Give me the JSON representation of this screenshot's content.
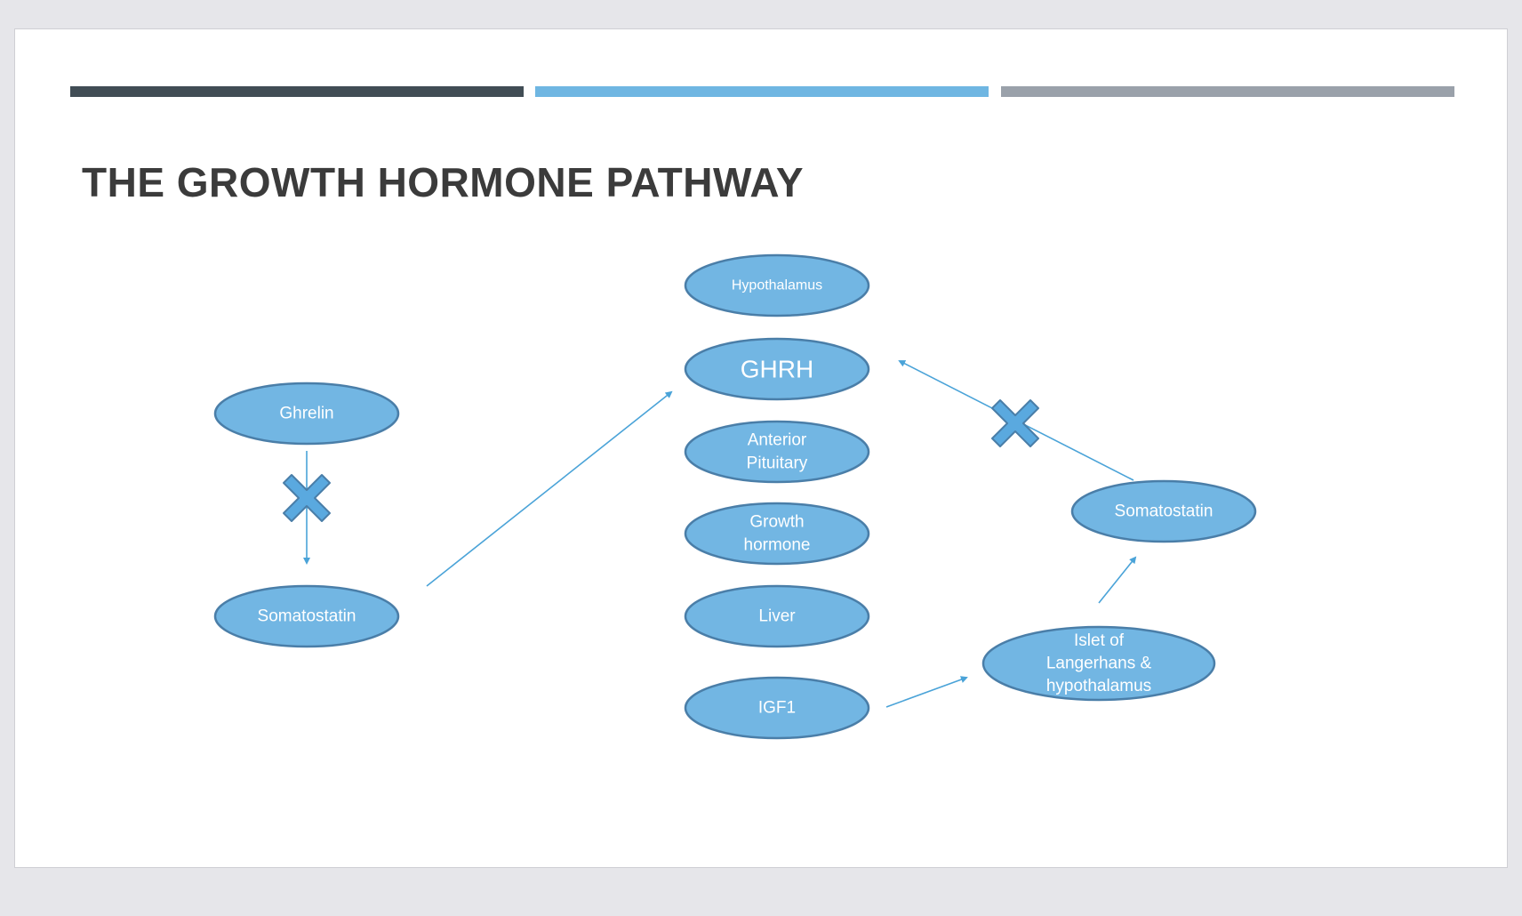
{
  "slide": {
    "title": "THE GROWTH HORMONE PATHWAY",
    "band_colors": [
      "#414d55",
      "#6fb6e2",
      "#9aa1aa"
    ]
  },
  "diagram": {
    "colors": {
      "node_fill": "#72b6e3",
      "node_stroke": "#4a7ea8",
      "node_text": "#ffffff",
      "arrow": "#4aa3d8",
      "block_mark": "#5aa9df"
    },
    "nodes": {
      "ghrelin": {
        "lines": [
          "Ghrelin"
        ]
      },
      "somatostatin_left": {
        "lines": [
          "Somatostatin"
        ]
      },
      "hypothalamus": {
        "lines": [
          "Hypothalamus"
        ]
      },
      "ghrh": {
        "lines": [
          "GHRH"
        ]
      },
      "anterior_pituitary": {
        "lines": [
          "Anterior",
          "Pituitary"
        ]
      },
      "growth_hormone": {
        "lines": [
          "Growth",
          "hormone"
        ]
      },
      "liver": {
        "lines": [
          "Liver"
        ]
      },
      "igf1": {
        "lines": [
          "IGF1"
        ]
      },
      "islet": {
        "lines": [
          "Islet of",
          "Langerhans &",
          "hypothalamus"
        ]
      },
      "somatostatin_right": {
        "lines": [
          "Somatostatin"
        ]
      }
    },
    "edges": [
      {
        "from": "ghrelin",
        "to": "somatostatin_left",
        "blocked": true
      },
      {
        "from": "somatostatin_left",
        "to": "ghrh",
        "blocked": false
      },
      {
        "from": "igf1",
        "to": "islet",
        "blocked": false
      },
      {
        "from": "islet",
        "to": "somatostatin_right",
        "blocked": false
      },
      {
        "from": "somatostatin_right",
        "to": "ghrh",
        "blocked": true
      }
    ],
    "block_icon": "x-cross-icon"
  }
}
